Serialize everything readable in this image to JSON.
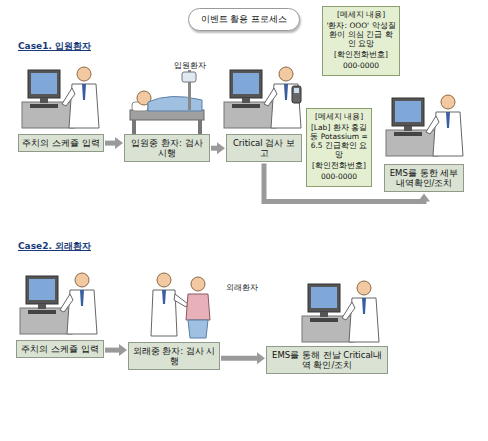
{
  "diagram": {
    "title": "이벤트 활용 프로세스",
    "nodes": [
      {
        "text": [
          "이벤트 활용 프로세스"
        ]
      },
      {
        "text": [
          "주치의 스케쥴 입력"
        ]
      },
      {
        "text": [
          "입원중 환자: 검사 시행"
        ]
      },
      {
        "text": [
          "Critical 검사 보고"
        ]
      },
      {
        "text": [
          "[메세지 내용]",
          "'환자: OOO' 악성질환이 의심 긴급 확인 요망",
          "[확인전화번호]",
          "000-0000"
        ]
      },
      {
        "text": [
          "[메세지 내용]",
          "[Lab] 환자 홍길동 Potassium = 6.5 긴급확인 요망",
          "[확인전화번호]",
          "000-0000"
        ]
      },
      {
        "text": [
          "EMS를 통한 세부내역확인/조치"
        ]
      },
      {
        "text": [
          "주치의 스케쥴 입력"
        ]
      },
      {
        "text": [
          "외래중 환자: 검사 시행"
        ]
      },
      {
        "text": [
          "EMS를 통해 전날 Critical내역 확인/조치"
        ]
      }
    ],
    "edges": [
      {
        "from": 1,
        "to": 2,
        "arrow": "to"
      },
      {
        "from": 2,
        "to": 3,
        "arrow": "to"
      },
      {
        "from": 3,
        "to": 6,
        "arrow": "to"
      },
      {
        "from": 7,
        "to": 8,
        "arrow": "to"
      },
      {
        "from": 8,
        "to": 9,
        "arrow": "to"
      }
    ],
    "labels": [
      "Case1. 입원환자",
      "입원환자",
      "Case2. 외래환자",
      "외래환자"
    ]
  }
}
